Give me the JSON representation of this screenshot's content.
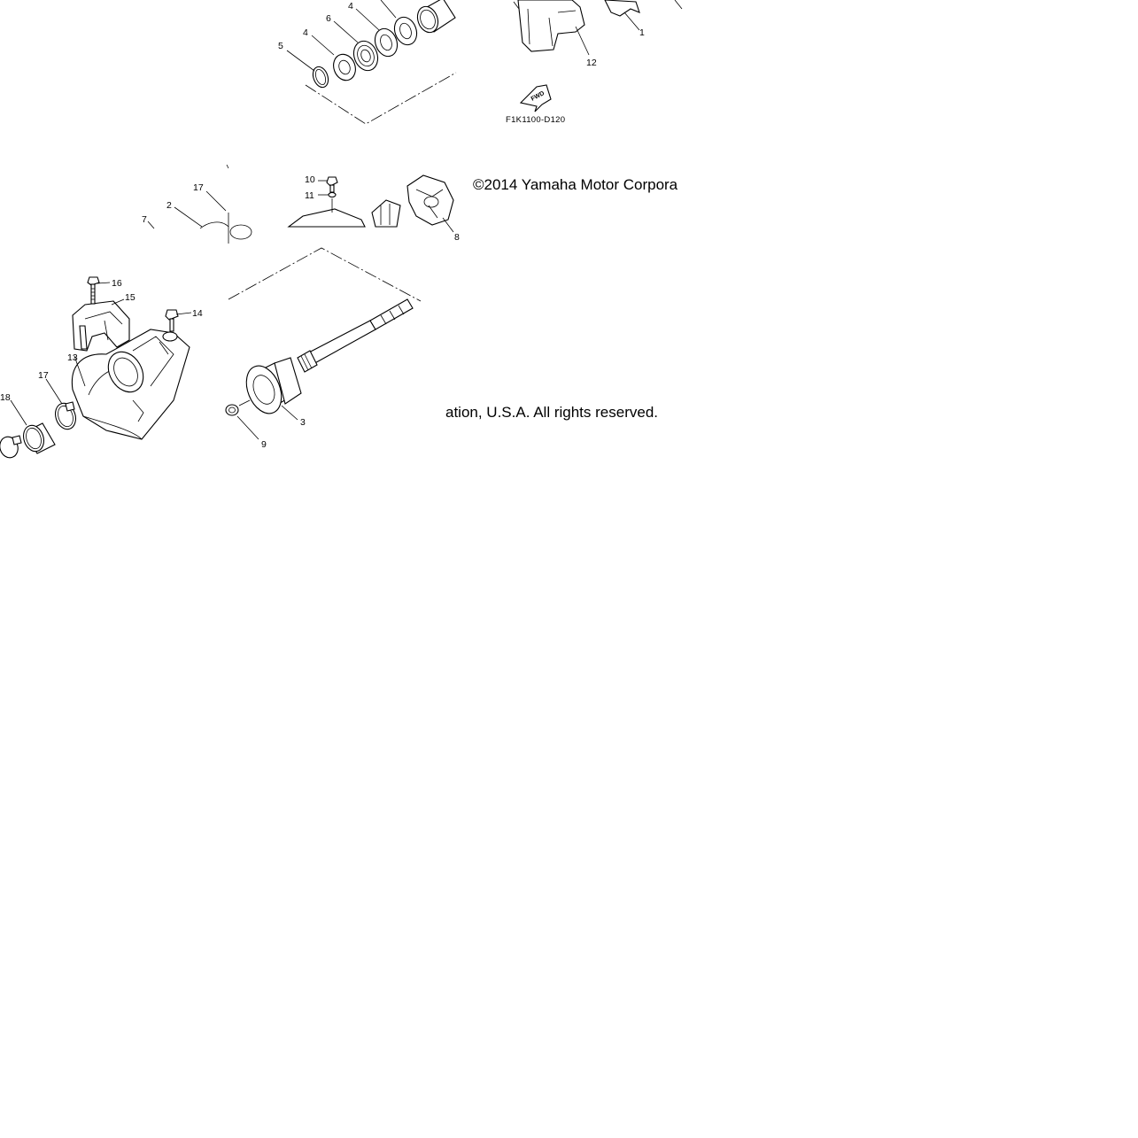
{
  "diagram": {
    "callouts": {
      "c1": "1",
      "c2": "2",
      "c3": "3",
      "c4a": "4",
      "c4b": "4",
      "c5": "5",
      "c6": "6",
      "c7": "7",
      "c8": "8",
      "c9": "9",
      "c10": "10",
      "c11": "11",
      "c12": "12",
      "c13": "13",
      "c14": "14",
      "c15": "15",
      "c16": "16",
      "c17a": "17",
      "c17b": "17",
      "c18": "18"
    },
    "fwd_label": "FWD",
    "figure_code": "F1K1100-D120",
    "copyright_line1": "©2014 Yamaha Motor Corpora",
    "copyright_line2": "ation, U.S.A. All rights reserved."
  }
}
